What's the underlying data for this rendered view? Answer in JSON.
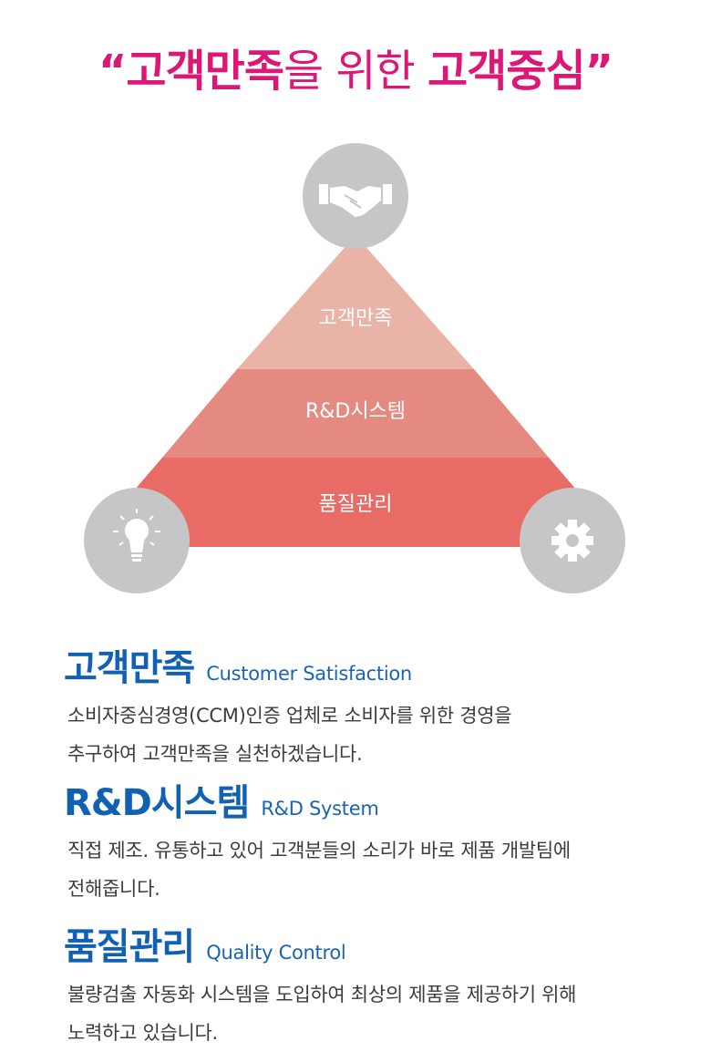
{
  "title": {
    "open_quote": "“",
    "part1": "고객만족",
    "part2": "을 위한 ",
    "part3": "고객중심",
    "close_quote": "”"
  },
  "diagram": {
    "layers": [
      {
        "label": "고객만족",
        "color": "#eab3a8"
      },
      {
        "label": "R&D시스템",
        "color": "#e48a80"
      },
      {
        "label": "품질관리",
        "color": "#e96b65"
      }
    ],
    "icons": [
      {
        "name": "handshake-icon",
        "position": "top"
      },
      {
        "name": "lightbulb-icon",
        "position": "bottom-left"
      },
      {
        "name": "gear-icon",
        "position": "bottom-right"
      }
    ],
    "icon_circle_color": "#c6c6c8"
  },
  "sections": [
    {
      "title_kr": "고객만족",
      "title_en": "Customer Satisfaction",
      "line1": "소비자중심경영(CCM)인증 업체로 소비자를 위한 경영을",
      "line2": "추구하여 고객만족을 실천하겠습니다."
    },
    {
      "title_kr": "R&D시스템",
      "title_en": "R&D System",
      "line1": "직접 제조. 유통하고 있어 고객분들의 소리가 바로 제품 개발팀에",
      "line2": "전해줍니다."
    },
    {
      "title_kr": "품질관리",
      "title_en": "Quality Control",
      "line1": "불량검출 자동화 시스템을 도입하여 최상의 제품을 제공하기 위해",
      "line2": "노력하고 있습니다."
    }
  ]
}
